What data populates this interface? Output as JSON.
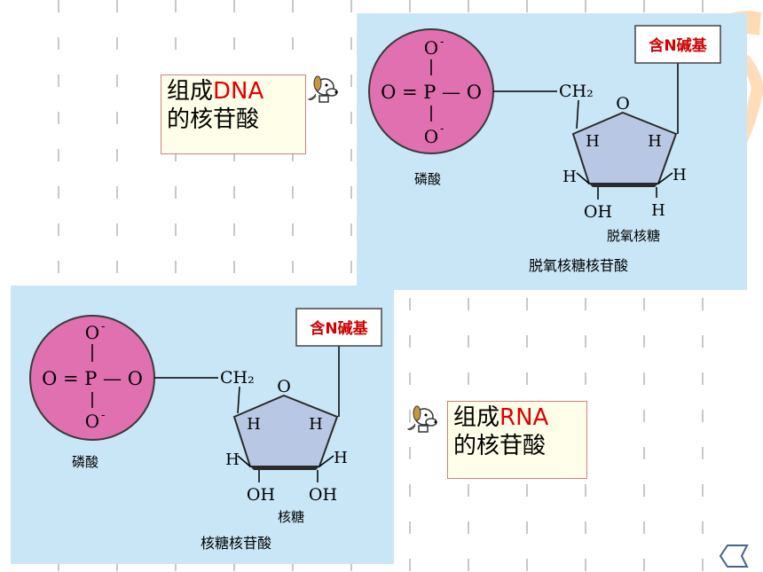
{
  "dna_panel": {
    "caption": "脱氧核糖核苷酸",
    "phosphate": {
      "top_o": "O",
      "bottom_o": "O",
      "middle": "O = P — O",
      "label": "磷酸"
    },
    "sugar": {
      "label": "脱氧核糖",
      "ring_o": "O",
      "ch2": "CH₂",
      "h_left": "H",
      "h_right": "H",
      "h_lower_left": "H",
      "h_lower_right": "H",
      "bottom_left": "OH",
      "bottom_right": "H"
    },
    "base": "含N碱基"
  },
  "rna_panel": {
    "caption": "核糖核苷酸",
    "phosphate": {
      "top_o": "O",
      "bottom_o": "O",
      "middle": "O = P — O",
      "label": "磷酸"
    },
    "sugar": {
      "label": "核糖",
      "ring_o": "O",
      "ch2": "CH₂",
      "h_left": "H",
      "h_right": "H",
      "h_lower_left": "H",
      "h_lower_right": "H",
      "bottom_left": "OH",
      "bottom_right": "OH"
    },
    "base": "含N碱基"
  },
  "callouts": {
    "dna": {
      "prefix": "组成",
      "highlight": "DNA",
      "line2": "的核苷酸"
    },
    "rna": {
      "prefix": "组成",
      "highlight": "RNA",
      "line2": "的核苷酸"
    }
  },
  "icons": {
    "mascot": "dog-icon",
    "nav": "prev-page-icon"
  },
  "colors": {
    "phosphate": "#e070b0",
    "sugar": "#b8c8e4",
    "panel_bg": "#c9e6f6",
    "highlight": "#e00000",
    "base_text": "#d00000"
  }
}
